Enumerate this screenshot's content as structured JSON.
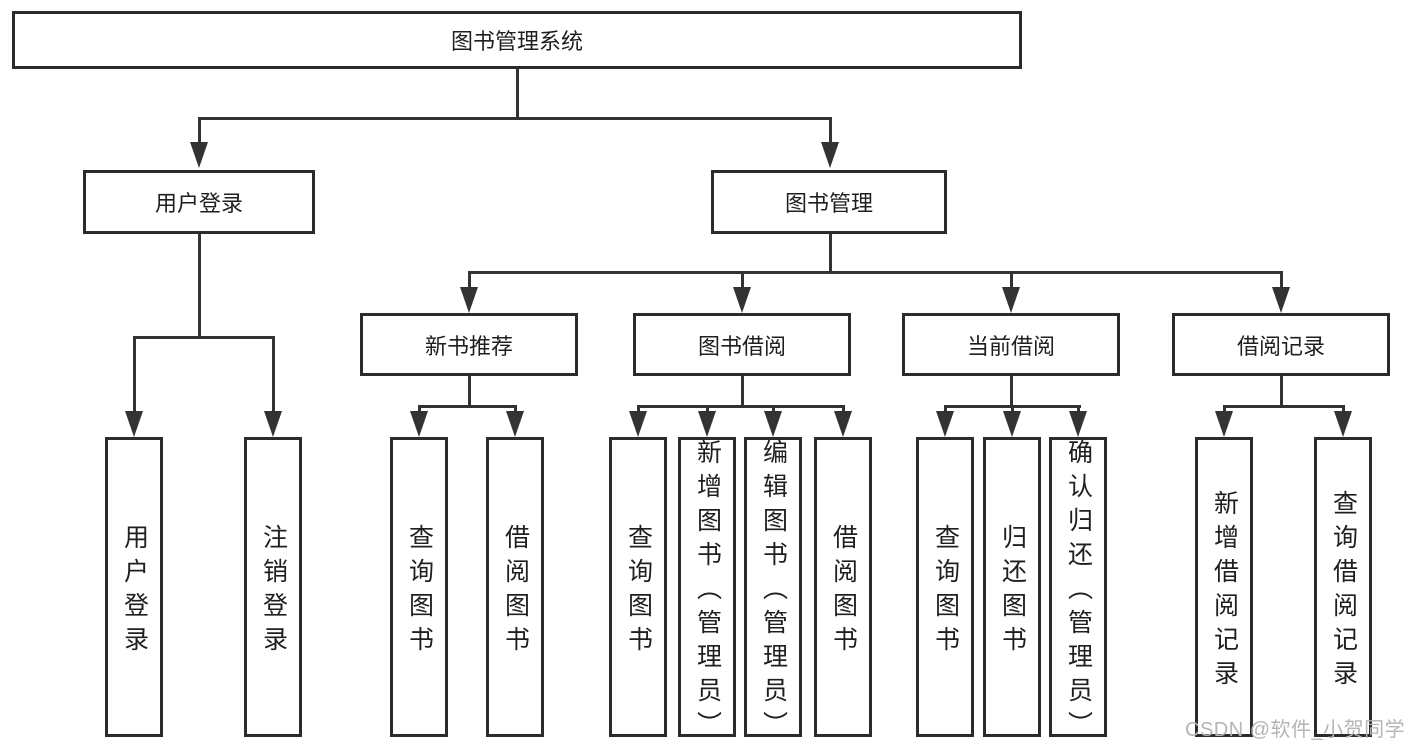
{
  "diagram": {
    "root": {
      "label": "图书管理系统"
    },
    "level2": [
      {
        "label": "用户登录"
      },
      {
        "label": "图书管理"
      }
    ],
    "level3": [
      {
        "label": "新书推荐"
      },
      {
        "label": "图书借阅"
      },
      {
        "label": "当前借阅"
      },
      {
        "label": "借阅记录"
      }
    ],
    "leaves": {
      "user_login": [
        {
          "label": "用户登录"
        },
        {
          "label": "注销登录"
        }
      ],
      "new_book_recommend": [
        {
          "label": "查询图书"
        },
        {
          "label": "借阅图书"
        }
      ],
      "book_borrow": [
        {
          "label": "查询图书"
        },
        {
          "label": "新增图书（管理员）"
        },
        {
          "label": "编辑图书（管理员）"
        },
        {
          "label": "借阅图书"
        }
      ],
      "current_borrow": [
        {
          "label": "查询图书"
        },
        {
          "label": "归还图书"
        },
        {
          "label": "确认归还（管理员）"
        }
      ],
      "borrow_records": [
        {
          "label": "新增借阅记录"
        },
        {
          "label": "查询借阅记录"
        }
      ]
    }
  },
  "watermark": {
    "text": "CSDN @软件_小贺同学"
  },
  "colors": {
    "line": "#333333",
    "box_border": "#2b2b2b",
    "box_bg": "#ffffff",
    "text": "#1f1f1f",
    "watermark": "#b5b5b5"
  }
}
